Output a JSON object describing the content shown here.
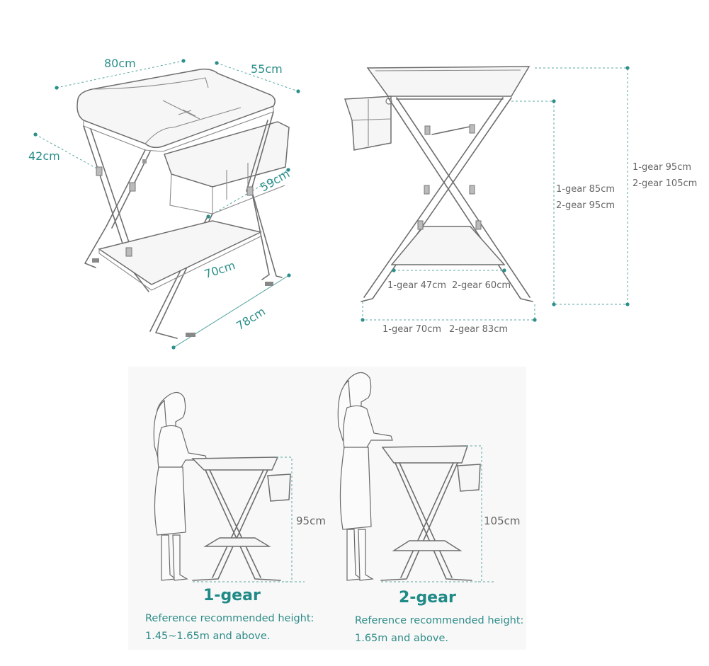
{
  "isometric_view": {
    "width": "80cm",
    "depth": "55cm",
    "height_side": "42cm",
    "basket_length": "59cm",
    "shelf_length": "70cm",
    "base_length": "78cm"
  },
  "side_view": {
    "total_height_1": "1-gear 95cm",
    "total_height_2": "2-gear 105cm",
    "table_height_1": "1-gear 85cm",
    "table_height_2": "2-gear 95cm",
    "shelf_width_1": "1-gear 47cm",
    "shelf_width_2": "2-gear 60cm",
    "base_width_1": "1-gear 70cm",
    "base_width_2": "2-gear 83cm"
  },
  "gear1": {
    "height": "95cm",
    "title": "1-gear",
    "ref_line1": "Reference recommended height:",
    "ref_line2": "1.45~1.65m and above."
  },
  "gear2": {
    "height": "105cm",
    "title": "2-gear",
    "ref_line1": "Reference recommended height:",
    "ref_line2": "1.65m and above."
  },
  "colors": {
    "accent_teal": "#2b8f8a",
    "line_gray": "#6e6e6e"
  }
}
